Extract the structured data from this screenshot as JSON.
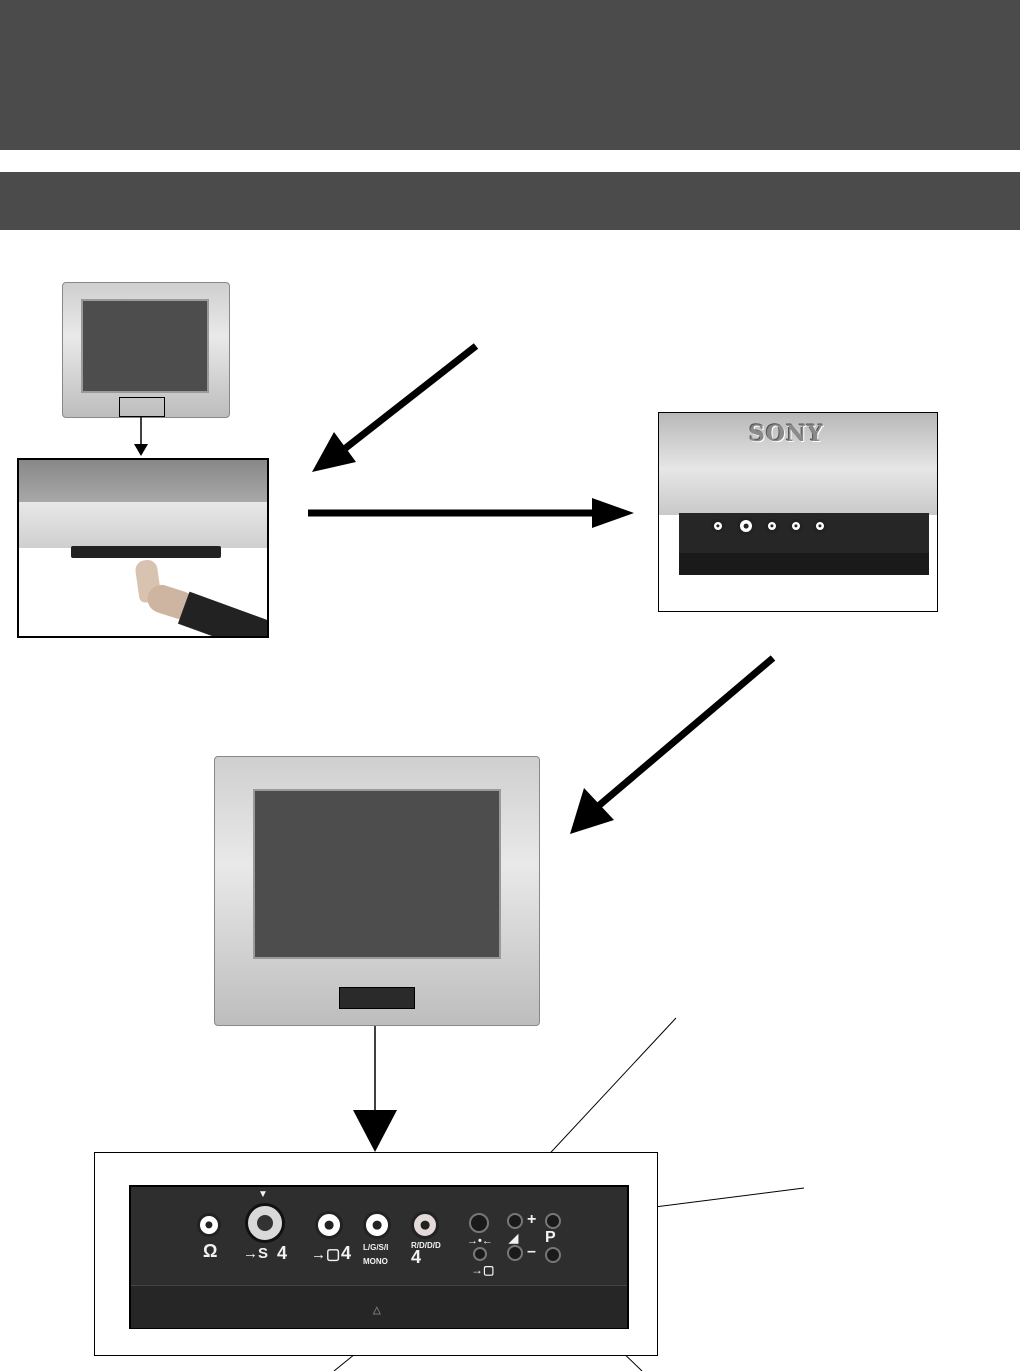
{
  "header": {
    "title": "",
    "subtitle": ""
  },
  "brand": {
    "logo_text": "SONY"
  },
  "panel": {
    "svideo_num": "4",
    "video_num": "4",
    "audio_left_label": "L/G/S/I",
    "audio_mono_label": "MONO",
    "audio_num": "4",
    "audio_right_label": "R/D/D/D",
    "plus": "+",
    "minus": "–",
    "program": "P"
  },
  "colors": {
    "band": "#4b4b4b",
    "panel": "#2e2e2e",
    "screen": "#4d4d4d"
  }
}
